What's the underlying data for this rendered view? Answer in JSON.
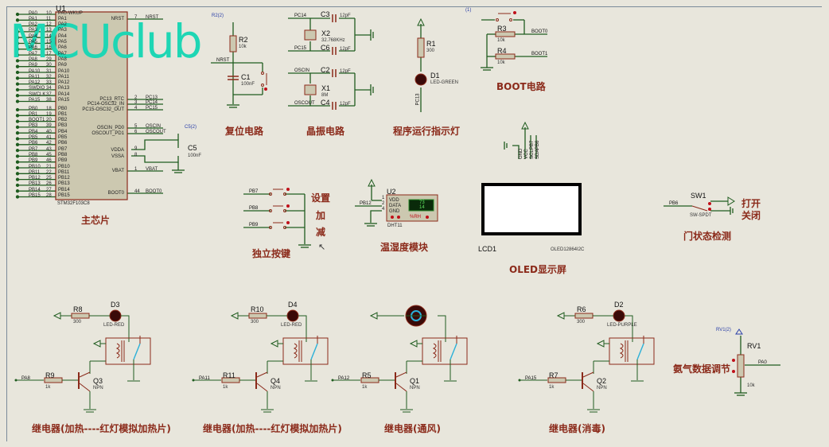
{
  "mcu": {
    "ref": "U1",
    "part": "STM32F103C8",
    "section_title": "主芯片",
    "left_pins_a": [
      {
        "net": "PA0",
        "num": "10",
        "name": "PA0-WKUP"
      },
      {
        "net": "PA1",
        "num": "11",
        "name": "PA1"
      },
      {
        "net": "PA2",
        "num": "12",
        "name": "PA2"
      },
      {
        "net": "PA3",
        "num": "13",
        "name": "PA3"
      },
      {
        "net": "PA4",
        "num": "14",
        "name": "PA4"
      },
      {
        "net": "PA5",
        "num": "15",
        "name": "PA5"
      },
      {
        "net": "PA6",
        "num": "16",
        "name": "PA6"
      },
      {
        "net": "PA7",
        "num": "17",
        "name": "PA7"
      },
      {
        "net": "PA8",
        "num": "29",
        "name": "PA8"
      },
      {
        "net": "PA9",
        "num": "30",
        "name": "PA9"
      },
      {
        "net": "PA10",
        "num": "31",
        "name": "PA10"
      },
      {
        "net": "PA11",
        "num": "32",
        "name": "PA11"
      },
      {
        "net": "PA12",
        "num": "33",
        "name": "PA12"
      },
      {
        "net": "SWDIO",
        "num": "34",
        "name": "PA13"
      },
      {
        "net": "SWCLK",
        "num": "37",
        "name": "PA14"
      },
      {
        "net": "PA15",
        "num": "38",
        "name": "PA15"
      }
    ],
    "left_pins_b": [
      {
        "net": "PB0",
        "num": "18",
        "name": "PB0"
      },
      {
        "net": "PB1",
        "num": "19",
        "name": "PB1"
      },
      {
        "net": "BOOT1",
        "num": "20",
        "name": "PB2"
      },
      {
        "net": "PB3",
        "num": "39",
        "name": "PB3"
      },
      {
        "net": "PB4",
        "num": "40",
        "name": "PB4"
      },
      {
        "net": "PB5",
        "num": "41",
        "name": "PB5"
      },
      {
        "net": "PB6",
        "num": "42",
        "name": "PB6"
      },
      {
        "net": "PB7",
        "num": "43",
        "name": "PB7"
      },
      {
        "net": "PB8",
        "num": "45",
        "name": "PB8"
      },
      {
        "net": "PB9",
        "num": "46",
        "name": "PB9"
      },
      {
        "net": "PB10",
        "num": "21",
        "name": "PB10"
      },
      {
        "net": "PB11",
        "num": "22",
        "name": "PB11"
      },
      {
        "net": "PB12",
        "num": "25",
        "name": "PB12"
      },
      {
        "net": "PB13",
        "num": "26",
        "name": "PB13"
      },
      {
        "net": "PB14",
        "num": "27",
        "name": "PB14"
      },
      {
        "net": "PB15",
        "num": "28",
        "name": "PB15"
      }
    ],
    "right_pins": [
      {
        "name": "NRST",
        "num": "7",
        "net": "NRST"
      },
      {
        "name": "PC13_RTC",
        "num": "2",
        "net": "PC13"
      },
      {
        "name": "PC14-OSC32_IN",
        "num": "3",
        "net": "PC14"
      },
      {
        "name": "PC15-OSC32_OUT",
        "num": "4",
        "net": "PC15"
      },
      {
        "name": "OSCIN_PD0",
        "num": "5",
        "net": "OSCIN"
      },
      {
        "name": "OSCOUT_PD1",
        "num": "6",
        "net": "OSCOUT"
      },
      {
        "name": "VDDA",
        "num": "9",
        "net": ""
      },
      {
        "name": "VSSA",
        "num": "8",
        "net": ""
      },
      {
        "name": "VBAT",
        "num": "1",
        "net": "VBAT"
      },
      {
        "name": "BOOT0",
        "num": "44",
        "net": "BOOT0"
      }
    ],
    "c5": {
      "ref": "C5",
      "value": "100nF",
      "probe": "C5(2)"
    }
  },
  "watermark": "MCUclub",
  "reset": {
    "title": "复位电路",
    "r_ref": "R2",
    "r_val": "10k",
    "c_ref": "C1",
    "c_val": "100nF",
    "net": "NRST",
    "probe": "R2(2)"
  },
  "crystal": {
    "title": "晶振电路",
    "x2": {
      "ref": "X2",
      "val": "32.768KHz"
    },
    "x1": {
      "ref": "X1",
      "val": "8M"
    },
    "caps": [
      {
        "ref": "C3",
        "val": "12pF"
      },
      {
        "ref": "C6",
        "val": "12pF"
      },
      {
        "ref": "C2",
        "val": "12pF"
      },
      {
        "ref": "C4",
        "val": "12pF"
      }
    ],
    "nets": [
      "PC14",
      "PC15",
      "OSCIN",
      "OSCOUT"
    ]
  },
  "run_led": {
    "title": "程序运行指示灯",
    "r_ref": "R1",
    "r_val": "300",
    "d_ref": "D1",
    "d_val": "LED-GREEN",
    "net": "PC13"
  },
  "boot": {
    "title": "BOOT电路",
    "probe": "(1)",
    "r3": {
      "ref": "R3",
      "val": "10k"
    },
    "r4": {
      "ref": "R4",
      "val": "10k"
    },
    "nets": [
      "BOOT0",
      "BOOT1"
    ]
  },
  "keys": {
    "title": "独立按键",
    "nets": [
      "PB7",
      "PB8",
      "PB9"
    ],
    "labels": [
      "设置",
      "加",
      "减"
    ]
  },
  "dht": {
    "title": "温湿度模块",
    "ref": "U2",
    "part": "DHT11",
    "net": "PB12",
    "pins": [
      {
        "num": "1",
        "name": "VDD"
      },
      {
        "num": "2",
        "name": "DATA"
      },
      {
        "num": "4",
        "name": "GND"
      }
    ],
    "temp": "73",
    "hum": "14",
    "rh_label": "%RH"
  },
  "oled": {
    "title": "OLED显示屏",
    "ref": "LCD1",
    "part": "OLED12864I2C",
    "pins": [
      "GND",
      "VCC",
      "SCL",
      "SDA"
    ],
    "nets": [
      "PB7",
      "PB6"
    ]
  },
  "door": {
    "title": "门状态检测",
    "ref": "SW1",
    "part": "SW-SPDT",
    "net": "PB6",
    "open": "打开",
    "close": "关闭"
  },
  "gas": {
    "title": "氨气数据调节",
    "ref": "RV1",
    "val": "10k",
    "net": "PA0",
    "probe": "RV1(2)"
  },
  "relays": [
    {
      "title": "继电器(加热----红灯模拟加热片)",
      "r_led": {
        "ref": "R8",
        "val": "300"
      },
      "led": {
        "ref": "D3",
        "val": "LED-RED"
      },
      "r_base": {
        "ref": "R9",
        "val": "1k"
      },
      "q": {
        "ref": "Q3",
        "val": "NPN"
      },
      "net": "PA8"
    },
    {
      "title": "继电器(加热----红灯模拟加热片)",
      "r_led": {
        "ref": "R10",
        "val": "300"
      },
      "led": {
        "ref": "D4",
        "val": "LED-RED"
      },
      "r_base": {
        "ref": "R11",
        "val": "1k"
      },
      "q": {
        "ref": "Q4",
        "val": "NPN"
      },
      "net": "PA11"
    },
    {
      "title": "继电器(通风)",
      "r_led": null,
      "led": {
        "ref": "",
        "val": "motor"
      },
      "r_base": {
        "ref": "R5",
        "val": "1k"
      },
      "q": {
        "ref": "Q1",
        "val": "NPN"
      },
      "net": "PA12"
    },
    {
      "title": "继电器(消毒)",
      "r_led": {
        "ref": "R6",
        "val": "300"
      },
      "led": {
        "ref": "D2",
        "val": "LED-PURPLE"
      },
      "r_base": {
        "ref": "R7",
        "val": "1k"
      },
      "q": {
        "ref": "Q2",
        "val": "NPN"
      },
      "net": "PA15"
    }
  ],
  "colors": {
    "wire": "#1f5c1f",
    "pin": "#a02818",
    "body": "#c8c4a8",
    "label": "#8b2a1a",
    "probe": "#2a3fa8",
    "watermark": "#1ed6b4"
  }
}
